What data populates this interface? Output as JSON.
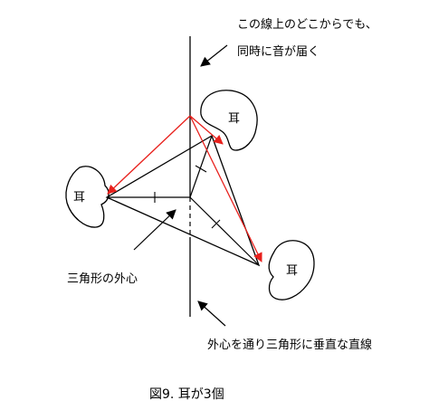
{
  "annotations": {
    "top_line1": "この線上のどこからでも、",
    "top_line2": "同時に音が届く",
    "circumcenter": "三角形の外心",
    "bottom": "外心を通り三角形に垂直な直線"
  },
  "ears": {
    "ear_label": "耳"
  },
  "caption": "図9. 耳が3個",
  "colors": {
    "line": "#000000",
    "sound_arrow": "#e8201c"
  },
  "icons": [
    "ear-shape",
    "pointer-arrow"
  ]
}
